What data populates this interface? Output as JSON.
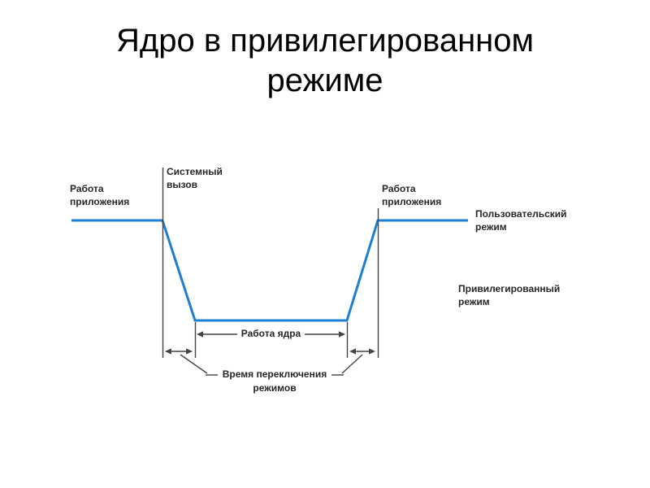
{
  "slide": {
    "title": {
      "line1": "Ядро в привилегированном",
      "line2": "режиме"
    }
  },
  "diagram": {
    "labels": {
      "app_left": {
        "line1": "Работа",
        "line2": "приложения"
      },
      "syscall": {
        "line1": "Системный",
        "line2": "вызов"
      },
      "app_right": {
        "line1": "Работа",
        "line2": "приложения"
      },
      "user_mode": {
        "line1": "Пользовательский",
        "line2": "режим"
      },
      "priv_mode": {
        "line1": "Привилегированный",
        "line2": "режим"
      },
      "kernel_work": "Работа ядра",
      "switch_time": {
        "line1": "Время переключения",
        "line2": "режимов"
      }
    },
    "colors": {
      "timeline_blue": "#1e7fd2",
      "line_black": "#444444",
      "text": "#262626"
    }
  }
}
